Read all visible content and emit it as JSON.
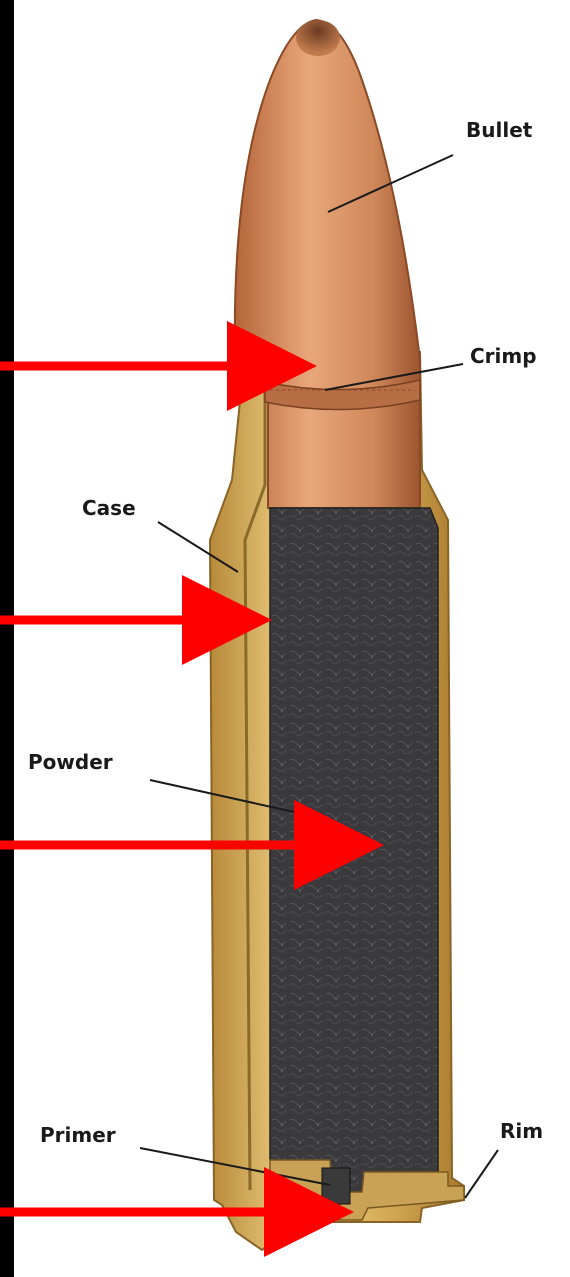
{
  "diagram": {
    "labels": {
      "bullet": "Bullet",
      "crimp": "Crimp",
      "case": "Case",
      "powder": "Powder",
      "rim": "Rim",
      "primer": "Primer"
    },
    "colors": {
      "background": "#000000",
      "panel": "#ffffff",
      "arrow": "#ff0000",
      "bullet": "#c97a4c",
      "case_brass": "#d9b45f",
      "powder": "#3a3a3a",
      "leader": "#1a1a1a"
    },
    "arrow_count": 4
  }
}
